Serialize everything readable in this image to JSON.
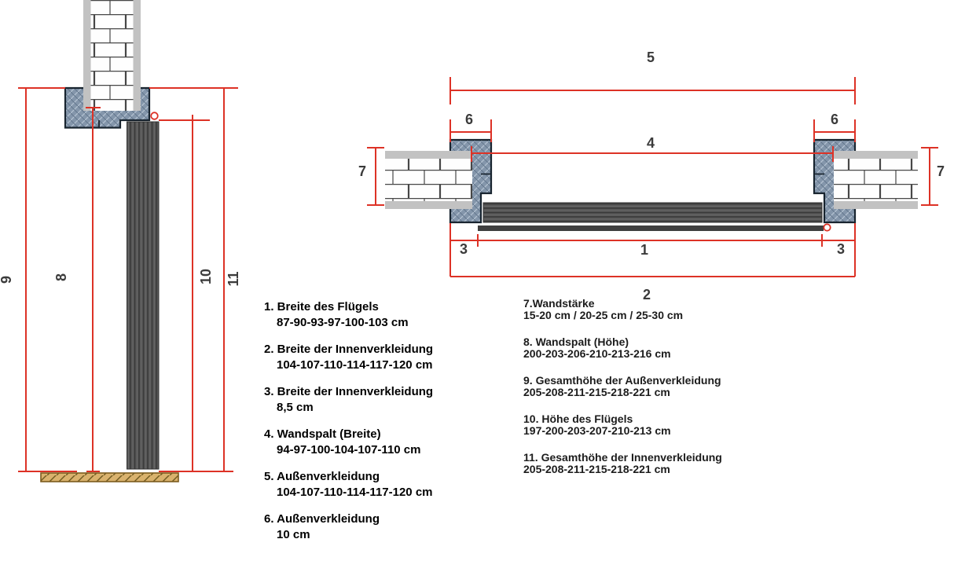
{
  "colors": {
    "dimension_red": "#dd3226",
    "frame_slate": "#8496ab",
    "leaf_gray": "#585858",
    "floor_tan": "#d9b26d",
    "label_gray": "#3b3b3b"
  },
  "left_diagram": {
    "labels": {
      "d8": "8",
      "d9": "9",
      "d10": "10",
      "d11": "11"
    }
  },
  "right_diagram": {
    "labels": {
      "d1": "1",
      "d2": "2",
      "d3_left": "3",
      "d3_right": "3",
      "d4": "4",
      "d5": "5",
      "d6_left": "6",
      "d6_right": "6",
      "d7_left": "7",
      "d7_right": "7"
    }
  },
  "legend_left": {
    "items": [
      {
        "title": "1. Breite des Flügels",
        "value": "87-90-93-97-100-103 cm"
      },
      {
        "title": "2. Breite der Innenverkleidung",
        "value": "104-107-110-114-117-120 cm"
      },
      {
        "title": "3. Breite der Innenverkleidung",
        "value": "8,5 cm"
      },
      {
        "title": "4. Wandspalt (Breite)",
        "value": "94-97-100-104-107-110 cm"
      },
      {
        "title": "5. Außenverkleidung",
        "value": "104-107-110-114-117-120 cm"
      },
      {
        "title": "6. Außenverkleidung",
        "value": "10 cm"
      }
    ]
  },
  "legend_right": {
    "items": [
      {
        "title": "7.Wandstärke",
        "value": "15-20 cm / 20-25 cm / 25-30 cm"
      },
      {
        "title": "8. Wandspalt (Höhe)",
        "value": "200-203-206-210-213-216 cm"
      },
      {
        "title": "9. Gesamthöhe der Außenverkleidung",
        "value": "205-208-211-215-218-221 cm"
      },
      {
        "title": "10. Höhe des Flügels",
        "value": "197-200-203-207-210-213 cm"
      },
      {
        "title": "11. Gesamthöhe der Innenverkleidung",
        "value": "205-208-211-215-218-221 cm"
      }
    ]
  }
}
